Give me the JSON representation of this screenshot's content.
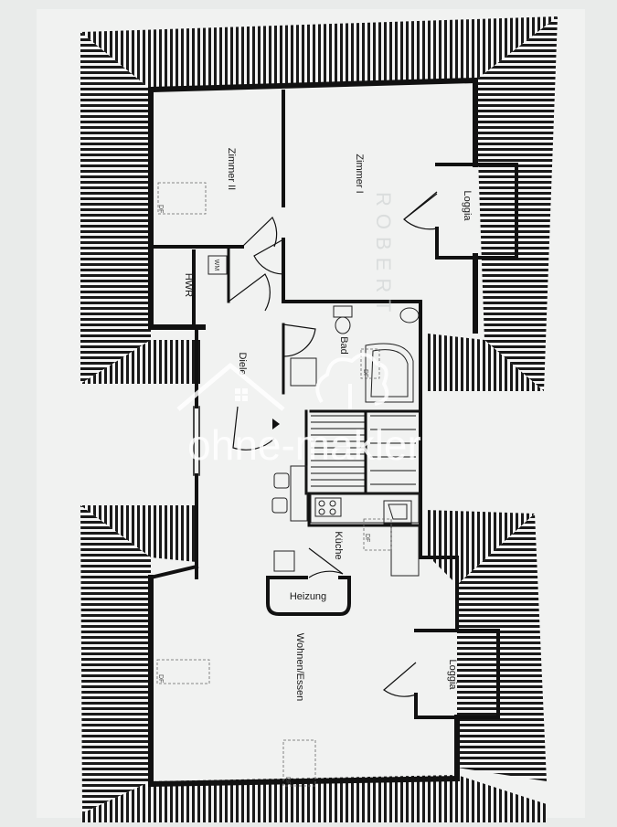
{
  "plan": {
    "rooms": {
      "zimmer_1": "Zimmer I",
      "zimmer_2": "Zimmer II",
      "loggia_top": "Loggia",
      "hwr": "HWR",
      "wm": "WM",
      "bad": "Bad",
      "diele": "Diele",
      "kueche": "Küche",
      "heizung": "Heizung",
      "wohnen_essen": "Wohnen/Essen",
      "loggia_bottom": "Loggia"
    },
    "skylight_label": "DF"
  },
  "watermark": {
    "brand": "ohne-makler",
    "vertical_text": "ROBERT"
  },
  "colors": {
    "wall": "#111111",
    "roof_hatch": "#1a1a1a",
    "paper": "#e9ebea",
    "watermark": "#ffffff"
  }
}
